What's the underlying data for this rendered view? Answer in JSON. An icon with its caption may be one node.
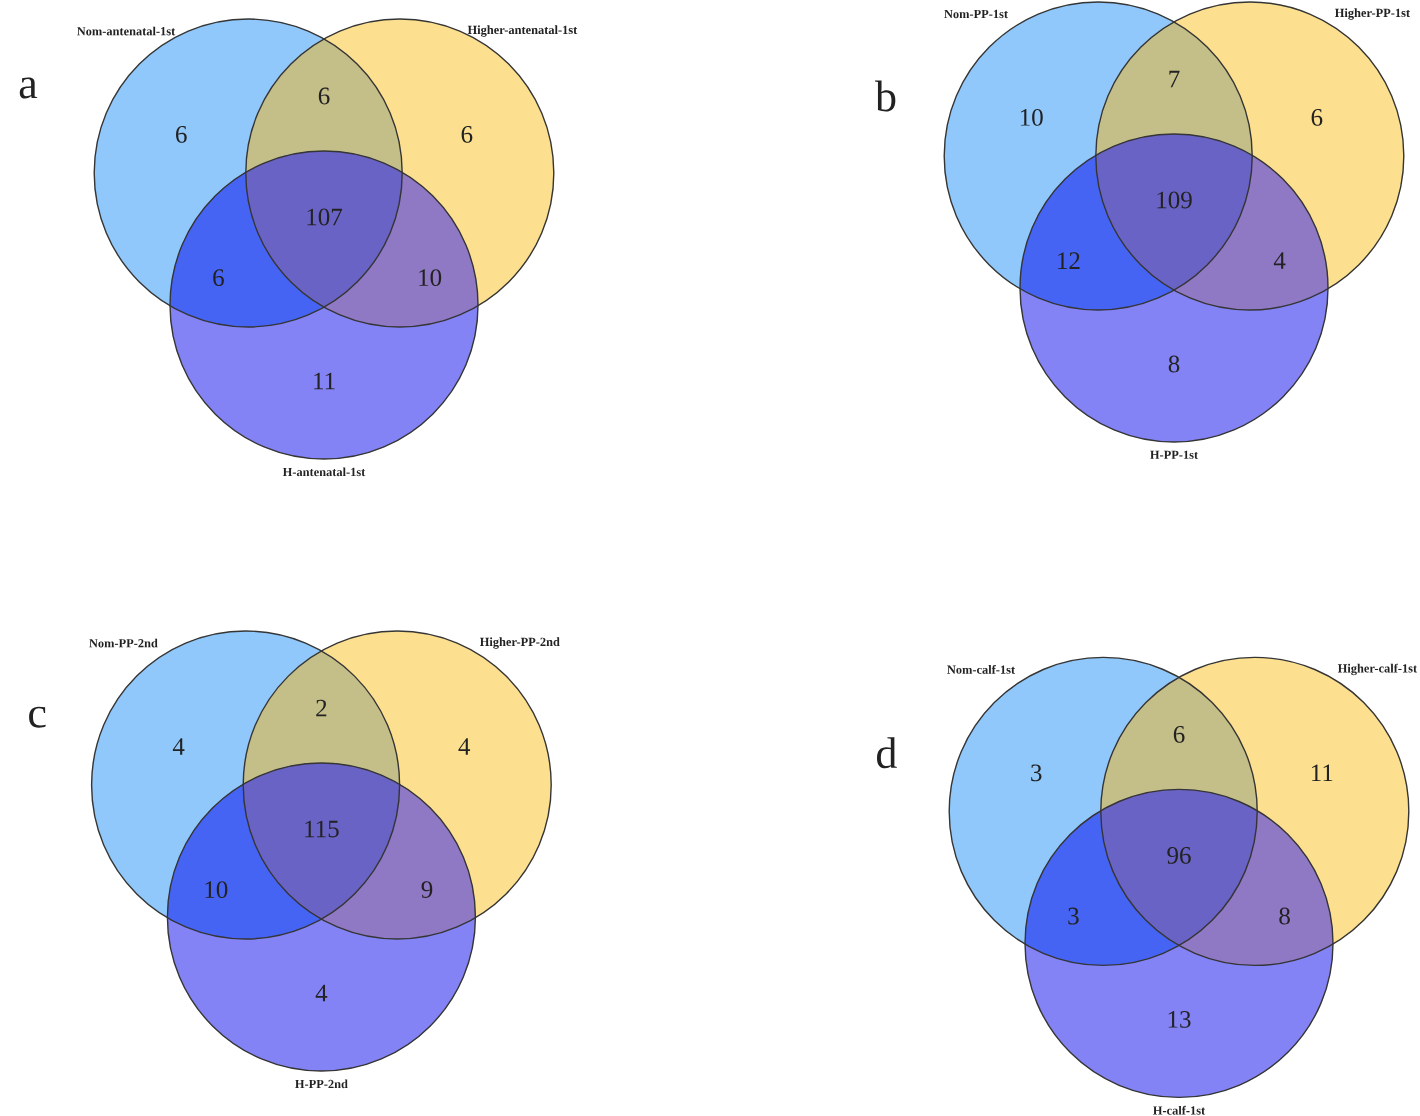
{
  "diagram": {
    "nodes": [
      {
        "text": [
          "Nom-antenatal-1st",
          "6"
        ]
      },
      {
        "text": [
          "Higher-antenatal-1st",
          "6"
        ]
      },
      {
        "text": [
          "11",
          "H-antenatal-1st"
        ]
      },
      {
        "text": [
          "Nom-PP-1st",
          "10"
        ]
      },
      {
        "text": [
          "Higher-PP-1st",
          "6"
        ]
      },
      {
        "text": [
          "8",
          "H-PP-1st"
        ]
      },
      {
        "text": [
          "Nom-PP-2nd",
          "4"
        ]
      },
      {
        "text": [
          "Higher-PP-2nd",
          "4"
        ]
      },
      {
        "text": [
          "4",
          "H-PP-2nd"
        ]
      },
      {
        "text": [
          "Nom-calf-1st",
          "3"
        ]
      },
      {
        "text": [
          "Higher-calf-1st",
          "11"
        ]
      },
      {
        "text": [
          "13",
          "H-calf-1st"
        ]
      }
    ],
    "labels": [
      "a",
      "6",
      "107",
      "6",
      "10",
      "b",
      "7",
      "109",
      "12",
      "4",
      "c",
      "2",
      "115",
      "10",
      "9",
      "d",
      "6",
      "96",
      "3",
      "8"
    ]
  }
}
